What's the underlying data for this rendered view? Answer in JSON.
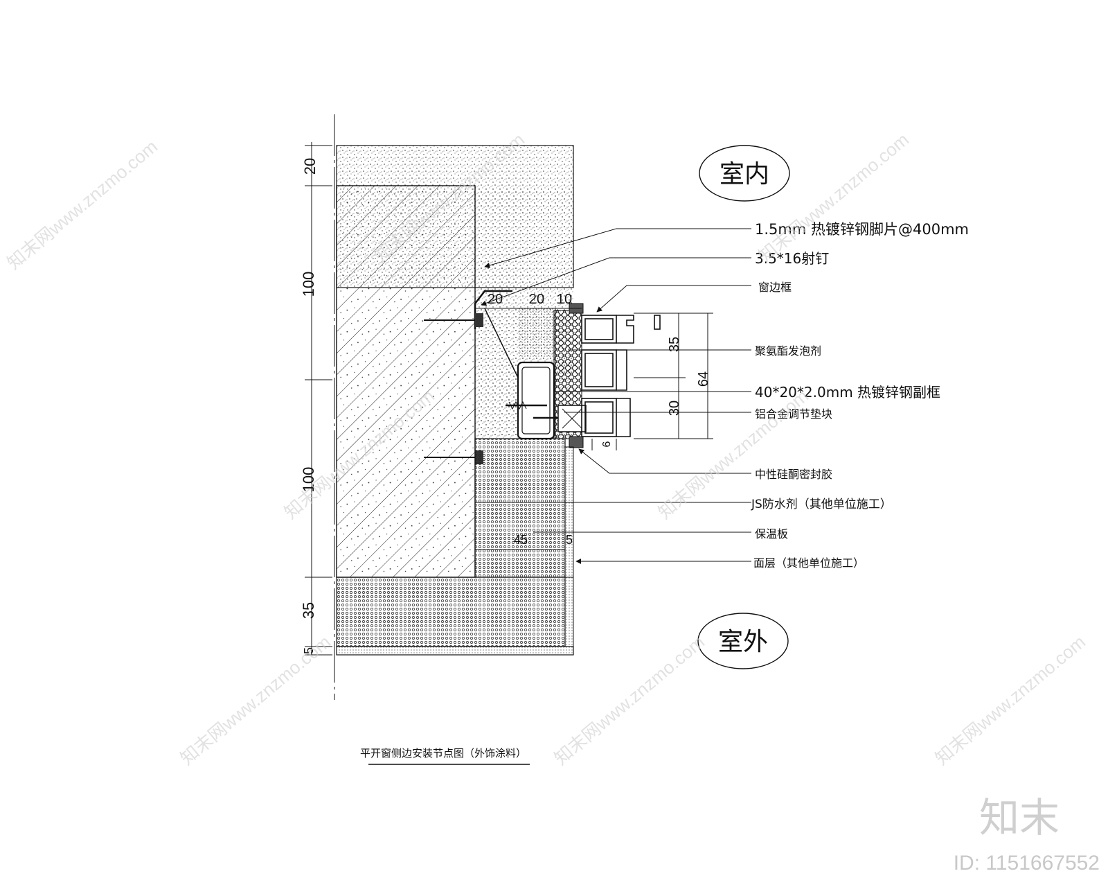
{
  "rooms": {
    "interior": "室内",
    "exterior": "室外"
  },
  "labels": {
    "steel_clip": "1.5mm 热镀锌钢脚片@400mm",
    "nail": "3.5*16射钉",
    "window_frame": "窗边框",
    "pu_foam": "聚氨酯发泡剂",
    "sub_frame": "40*20*2.0mm 热镀锌钢副框",
    "shim_block": "铝合金调节垫块",
    "sealant": "中性硅酮密封胶",
    "js_waterproof": "JS防水剂（其他单位施工）",
    "insulation": "保温板",
    "finish_layer": "面层（其他单位施工）"
  },
  "dimensions": {
    "left_20": "20",
    "left_100_top": "100",
    "left_100_bottom": "100",
    "left_35": "35",
    "left_5": "5",
    "top_20a": "20",
    "top_20b": "20",
    "top_10": "10",
    "right_35": "35",
    "right_30": "30",
    "right_64": "64",
    "frame_6": "6",
    "insul_45": "45",
    "finish_5": "5"
  },
  "title": "平开窗侧边安装节点图（外饰涂料）",
  "brand": {
    "logo": "知末",
    "id": "ID: 1151667552",
    "watermark": "知末网www.znzmo.com"
  }
}
